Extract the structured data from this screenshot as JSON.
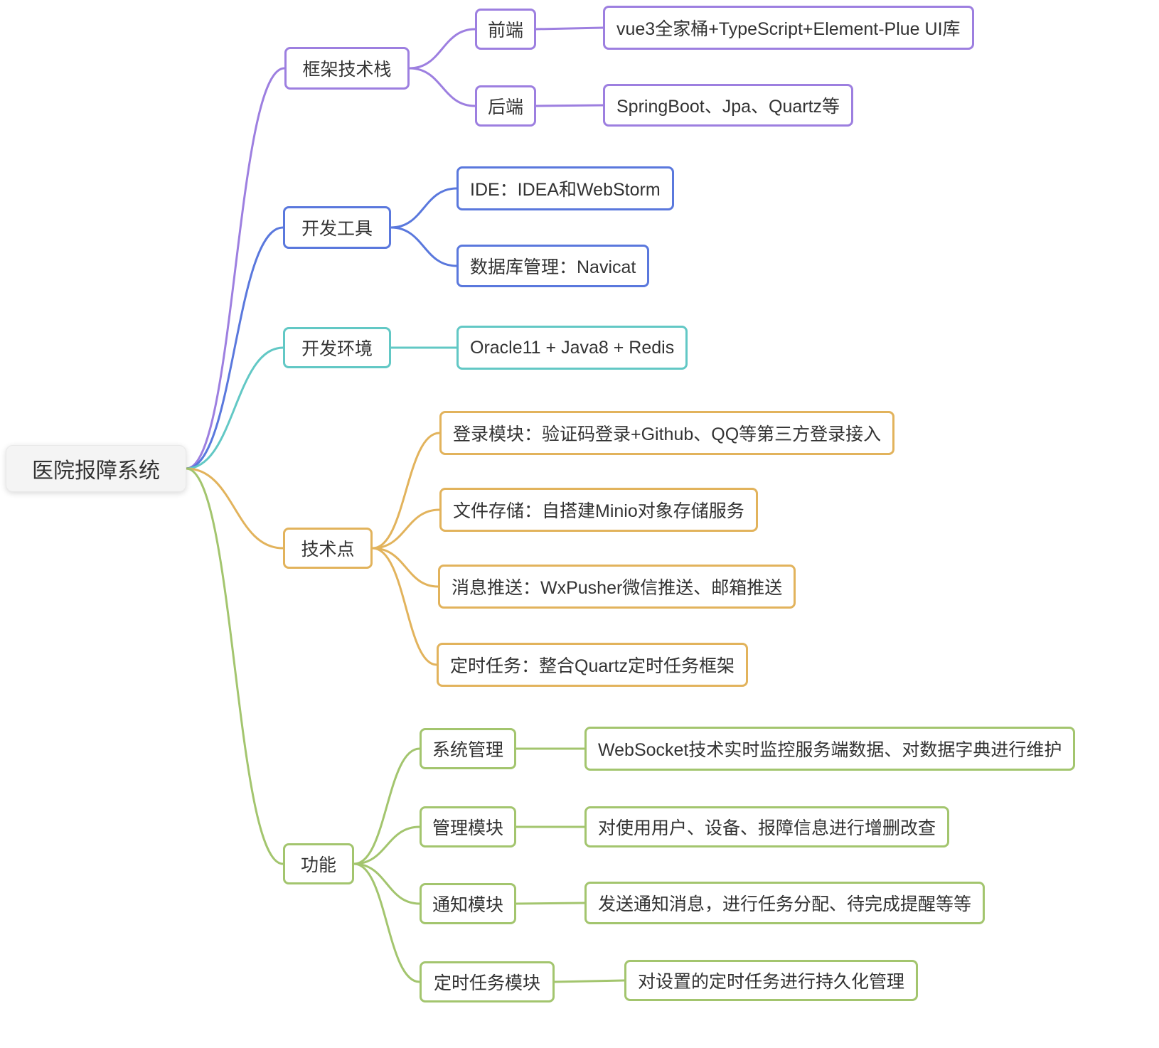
{
  "root": {
    "label": "医院报障系统"
  },
  "colors": {
    "framework": "#9d7fe0",
    "tools": "#5a78dd",
    "env": "#62c8c5",
    "tech": "#e2b35c",
    "features": "#a3c56e",
    "root_bg": "#f4f4f4",
    "text": "#333333"
  },
  "branches": [
    {
      "label": "框架技术栈",
      "children": [
        {
          "label": "前端",
          "children": [
            {
              "label": "vue3全家桶+TypeScript+Element-Plue UI库"
            }
          ]
        },
        {
          "label": "后端",
          "children": [
            {
              "label": "SpringBoot、Jpa、Quartz等"
            }
          ]
        }
      ]
    },
    {
      "label": "开发工具",
      "children": [
        {
          "label": "IDE：IDEA和WebStorm"
        },
        {
          "label": "数据库管理：Navicat"
        }
      ]
    },
    {
      "label": "开发环境",
      "children": [
        {
          "label": "Oracle11 + Java8 + Redis"
        }
      ]
    },
    {
      "label": "技术点",
      "children": [
        {
          "label": "登录模块：验证码登录+Github、QQ等第三方登录接入"
        },
        {
          "label": "文件存储：自搭建Minio对象存储服务"
        },
        {
          "label": "消息推送：WxPusher微信推送、邮箱推送"
        },
        {
          "label": "定时任务：整合Quartz定时任务框架"
        }
      ]
    },
    {
      "label": "功能",
      "children": [
        {
          "label": "系统管理",
          "children": [
            {
              "label": "WebSocket技术实时监控服务端数据、对数据字典进行维护"
            }
          ]
        },
        {
          "label": "管理模块",
          "children": [
            {
              "label": "对使用用户、设备、报障信息进行增删改查"
            }
          ]
        },
        {
          "label": "通知模块",
          "children": [
            {
              "label": "发送通知消息，进行任务分配、待完成提醒等等"
            }
          ]
        },
        {
          "label": "定时任务模块",
          "children": [
            {
              "label": "对设置的定时任务进行持久化管理"
            }
          ]
        }
      ]
    }
  ]
}
